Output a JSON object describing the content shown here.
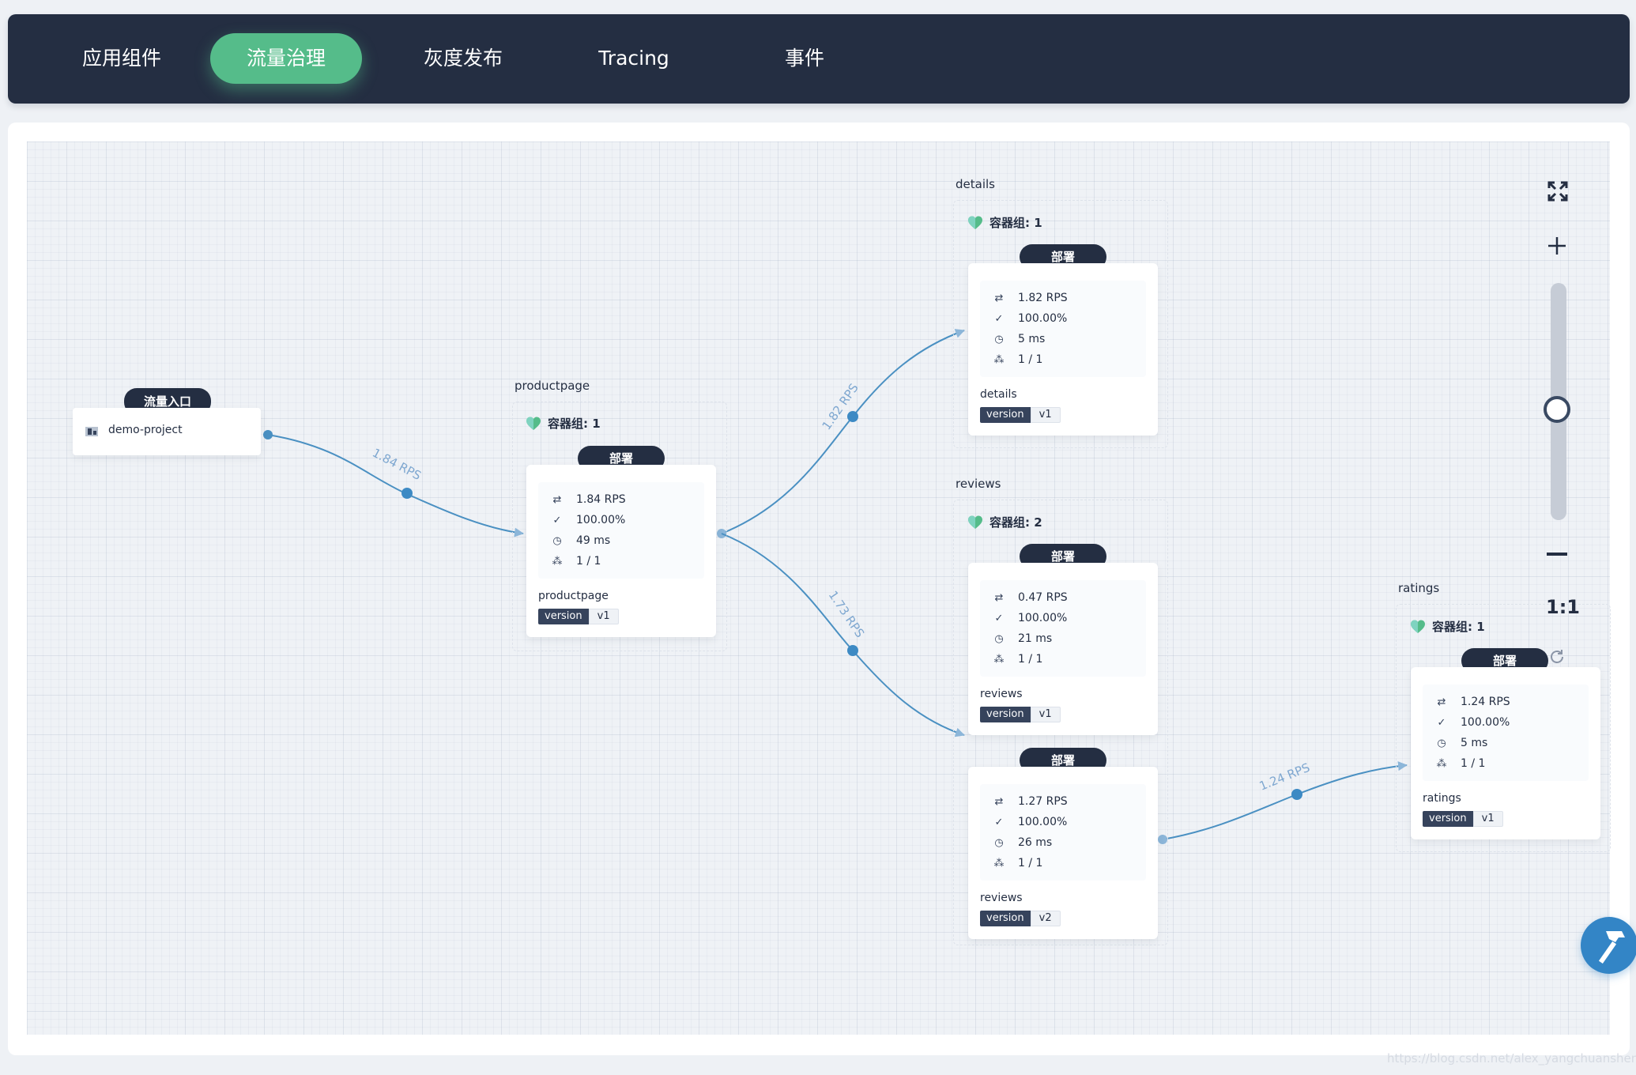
{
  "tabs": [
    {
      "label": "应用组件",
      "active": false
    },
    {
      "label": "流量治理",
      "active": true
    },
    {
      "label": "灰度发布",
      "active": false
    },
    {
      "label": "Tracing",
      "active": false
    },
    {
      "label": "事件",
      "active": false
    }
  ],
  "entry": {
    "badge": "流量入口",
    "project": "demo-project"
  },
  "edges": {
    "entry_productpage": "1.84 RPS",
    "productpage_details": "1.82 RPS",
    "productpage_reviews": "1.73 RPS",
    "reviews_ratings": "1.24 RPS"
  },
  "services": {
    "productpage": {
      "title": "productpage",
      "health": "容器组: 1",
      "workloads": [
        {
          "badge": "部署",
          "rps": "1.84 RPS",
          "success": "100.00%",
          "latency": "49 ms",
          "pods": "1 / 1",
          "name": "productpage",
          "tag_key": "version",
          "tag_value": "v1"
        }
      ]
    },
    "details": {
      "title": "details",
      "health": "容器组: 1",
      "workloads": [
        {
          "badge": "部署",
          "rps": "1.82 RPS",
          "success": "100.00%",
          "latency": "5 ms",
          "pods": "1 / 1",
          "name": "details",
          "tag_key": "version",
          "tag_value": "v1"
        }
      ]
    },
    "reviews": {
      "title": "reviews",
      "health": "容器组: 2",
      "workloads": [
        {
          "badge": "部署",
          "rps": "0.47 RPS",
          "success": "100.00%",
          "latency": "21 ms",
          "pods": "1 / 1",
          "name": "reviews",
          "tag_key": "version",
          "tag_value": "v1"
        },
        {
          "badge": "部署",
          "rps": "1.27 RPS",
          "success": "100.00%",
          "latency": "26 ms",
          "pods": "1 / 1",
          "name": "reviews",
          "tag_key": "version",
          "tag_value": "v2"
        }
      ]
    },
    "ratings": {
      "title": "ratings",
      "health": "容器组: 1",
      "workloads": [
        {
          "badge": "部署",
          "rps": "1.24 RPS",
          "success": "100.00%",
          "latency": "5 ms",
          "pods": "1 / 1",
          "name": "ratings",
          "tag_key": "version",
          "tag_value": "v1"
        }
      ]
    }
  },
  "zoom": {
    "reset_label": "1:1",
    "level": 0.5
  },
  "colors": {
    "nav_bg": "#242e42",
    "active_tab": "#55bc8a",
    "edge": "#4a90c2",
    "heart": "#55bc8a",
    "fab": "#3385c6"
  },
  "icons": [
    "fullscreen-icon",
    "zoom-in-icon",
    "zoom-out-icon",
    "refresh-icon",
    "hammer-icon",
    "project-icon",
    "heart-icon",
    "rps-icon",
    "success-icon",
    "latency-icon",
    "pods-icon"
  ],
  "watermark": "https://blog.csdn.net/alex_yangchuansheng"
}
